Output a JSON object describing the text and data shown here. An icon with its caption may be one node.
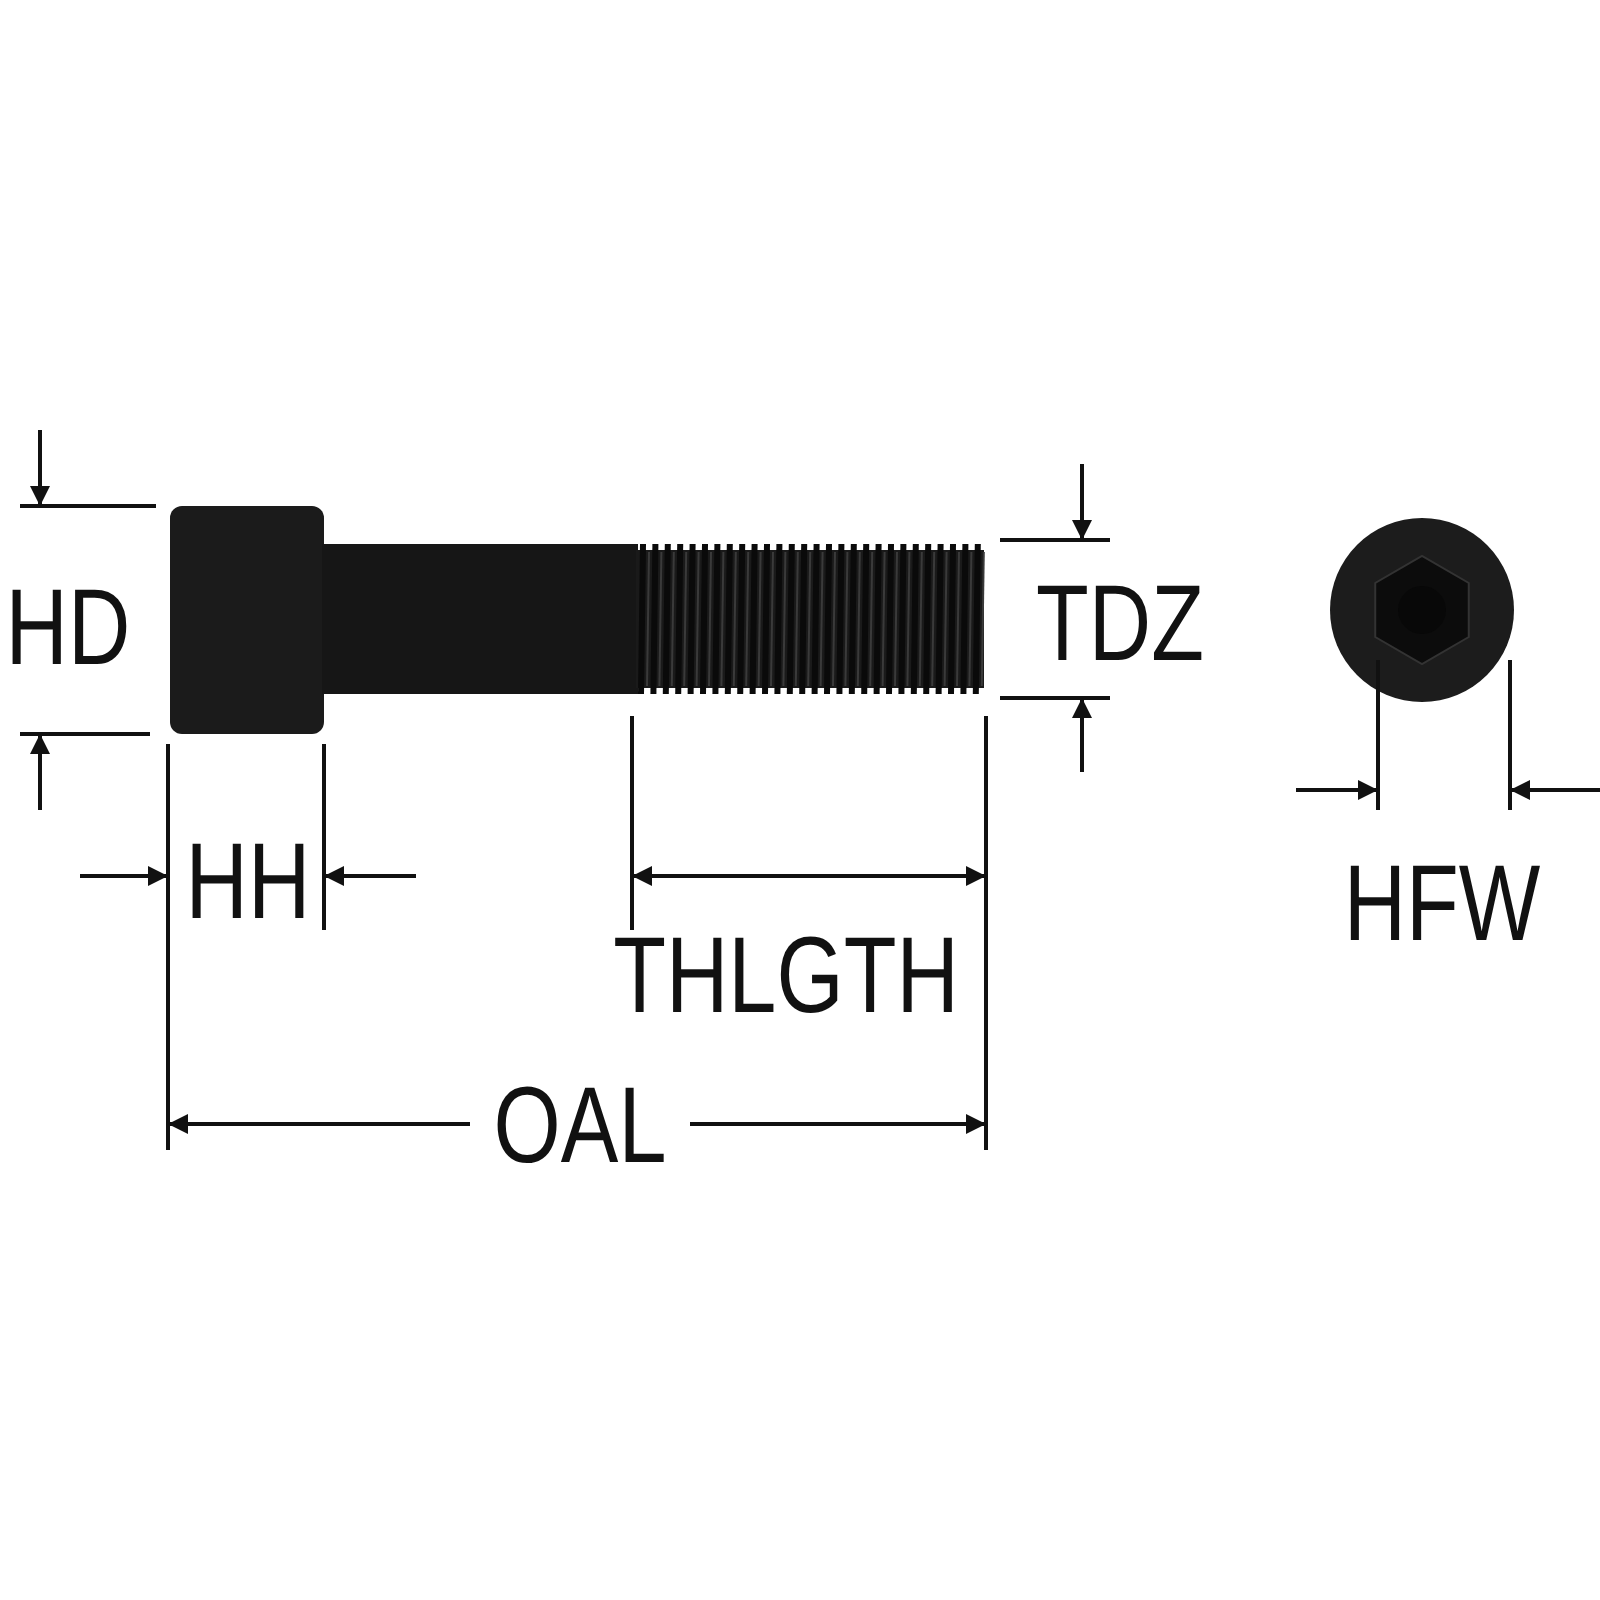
{
  "diagram": {
    "labels": [
      "HD",
      "TDZ",
      "HH",
      "THLGTH",
      "OAL",
      "HFW"
    ]
  }
}
